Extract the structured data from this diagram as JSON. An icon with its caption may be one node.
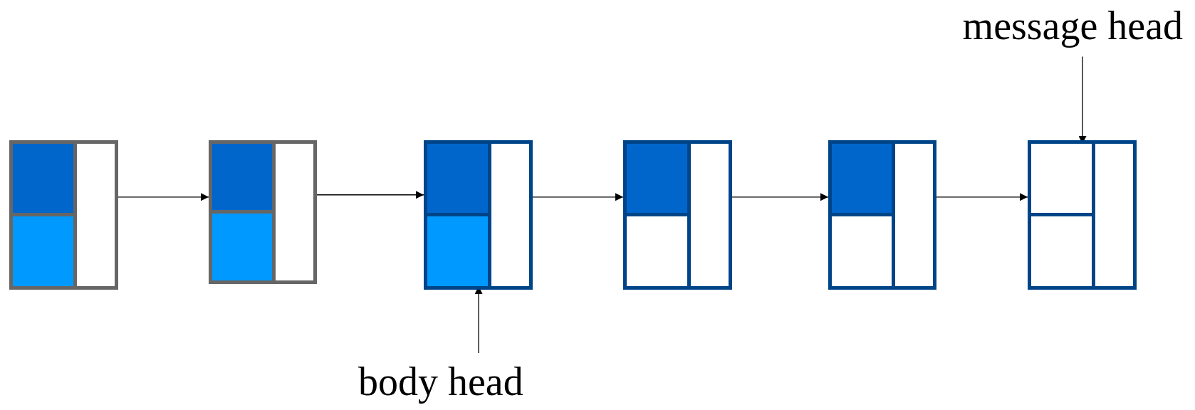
{
  "diagram": {
    "nodes": [
      {
        "text": [
          "message head"
        ]
      },
      {
        "text": [],
        "shape": "box"
      },
      {
        "text": [],
        "shape": "box"
      },
      {
        "text": [],
        "shape": "box"
      },
      {
        "text": [],
        "shape": "box",
        "in": 3
      },
      {
        "text": [],
        "shape": "box"
      },
      {
        "text": [],
        "shape": "box"
      },
      {
        "text": [],
        "shape": "box"
      },
      {
        "text": [],
        "shape": "box",
        "in": 7
      },
      {
        "text": [
          "body head"
        ]
      }
    ],
    "edges": [
      {
        "from": 1,
        "to": 2,
        "arrow": "to"
      },
      {
        "from": 2,
        "to": 3,
        "arrow": "to"
      },
      {
        "from": 3,
        "to": 5,
        "arrow": "to"
      },
      {
        "from": 5,
        "to": 6,
        "arrow": "to"
      },
      {
        "from": 6,
        "to": 7,
        "arrow": "to"
      },
      {
        "from": 0,
        "to": 8,
        "arrow": "to"
      },
      {
        "from": 9,
        "to": 4,
        "arrow": "to"
      }
    ]
  }
}
